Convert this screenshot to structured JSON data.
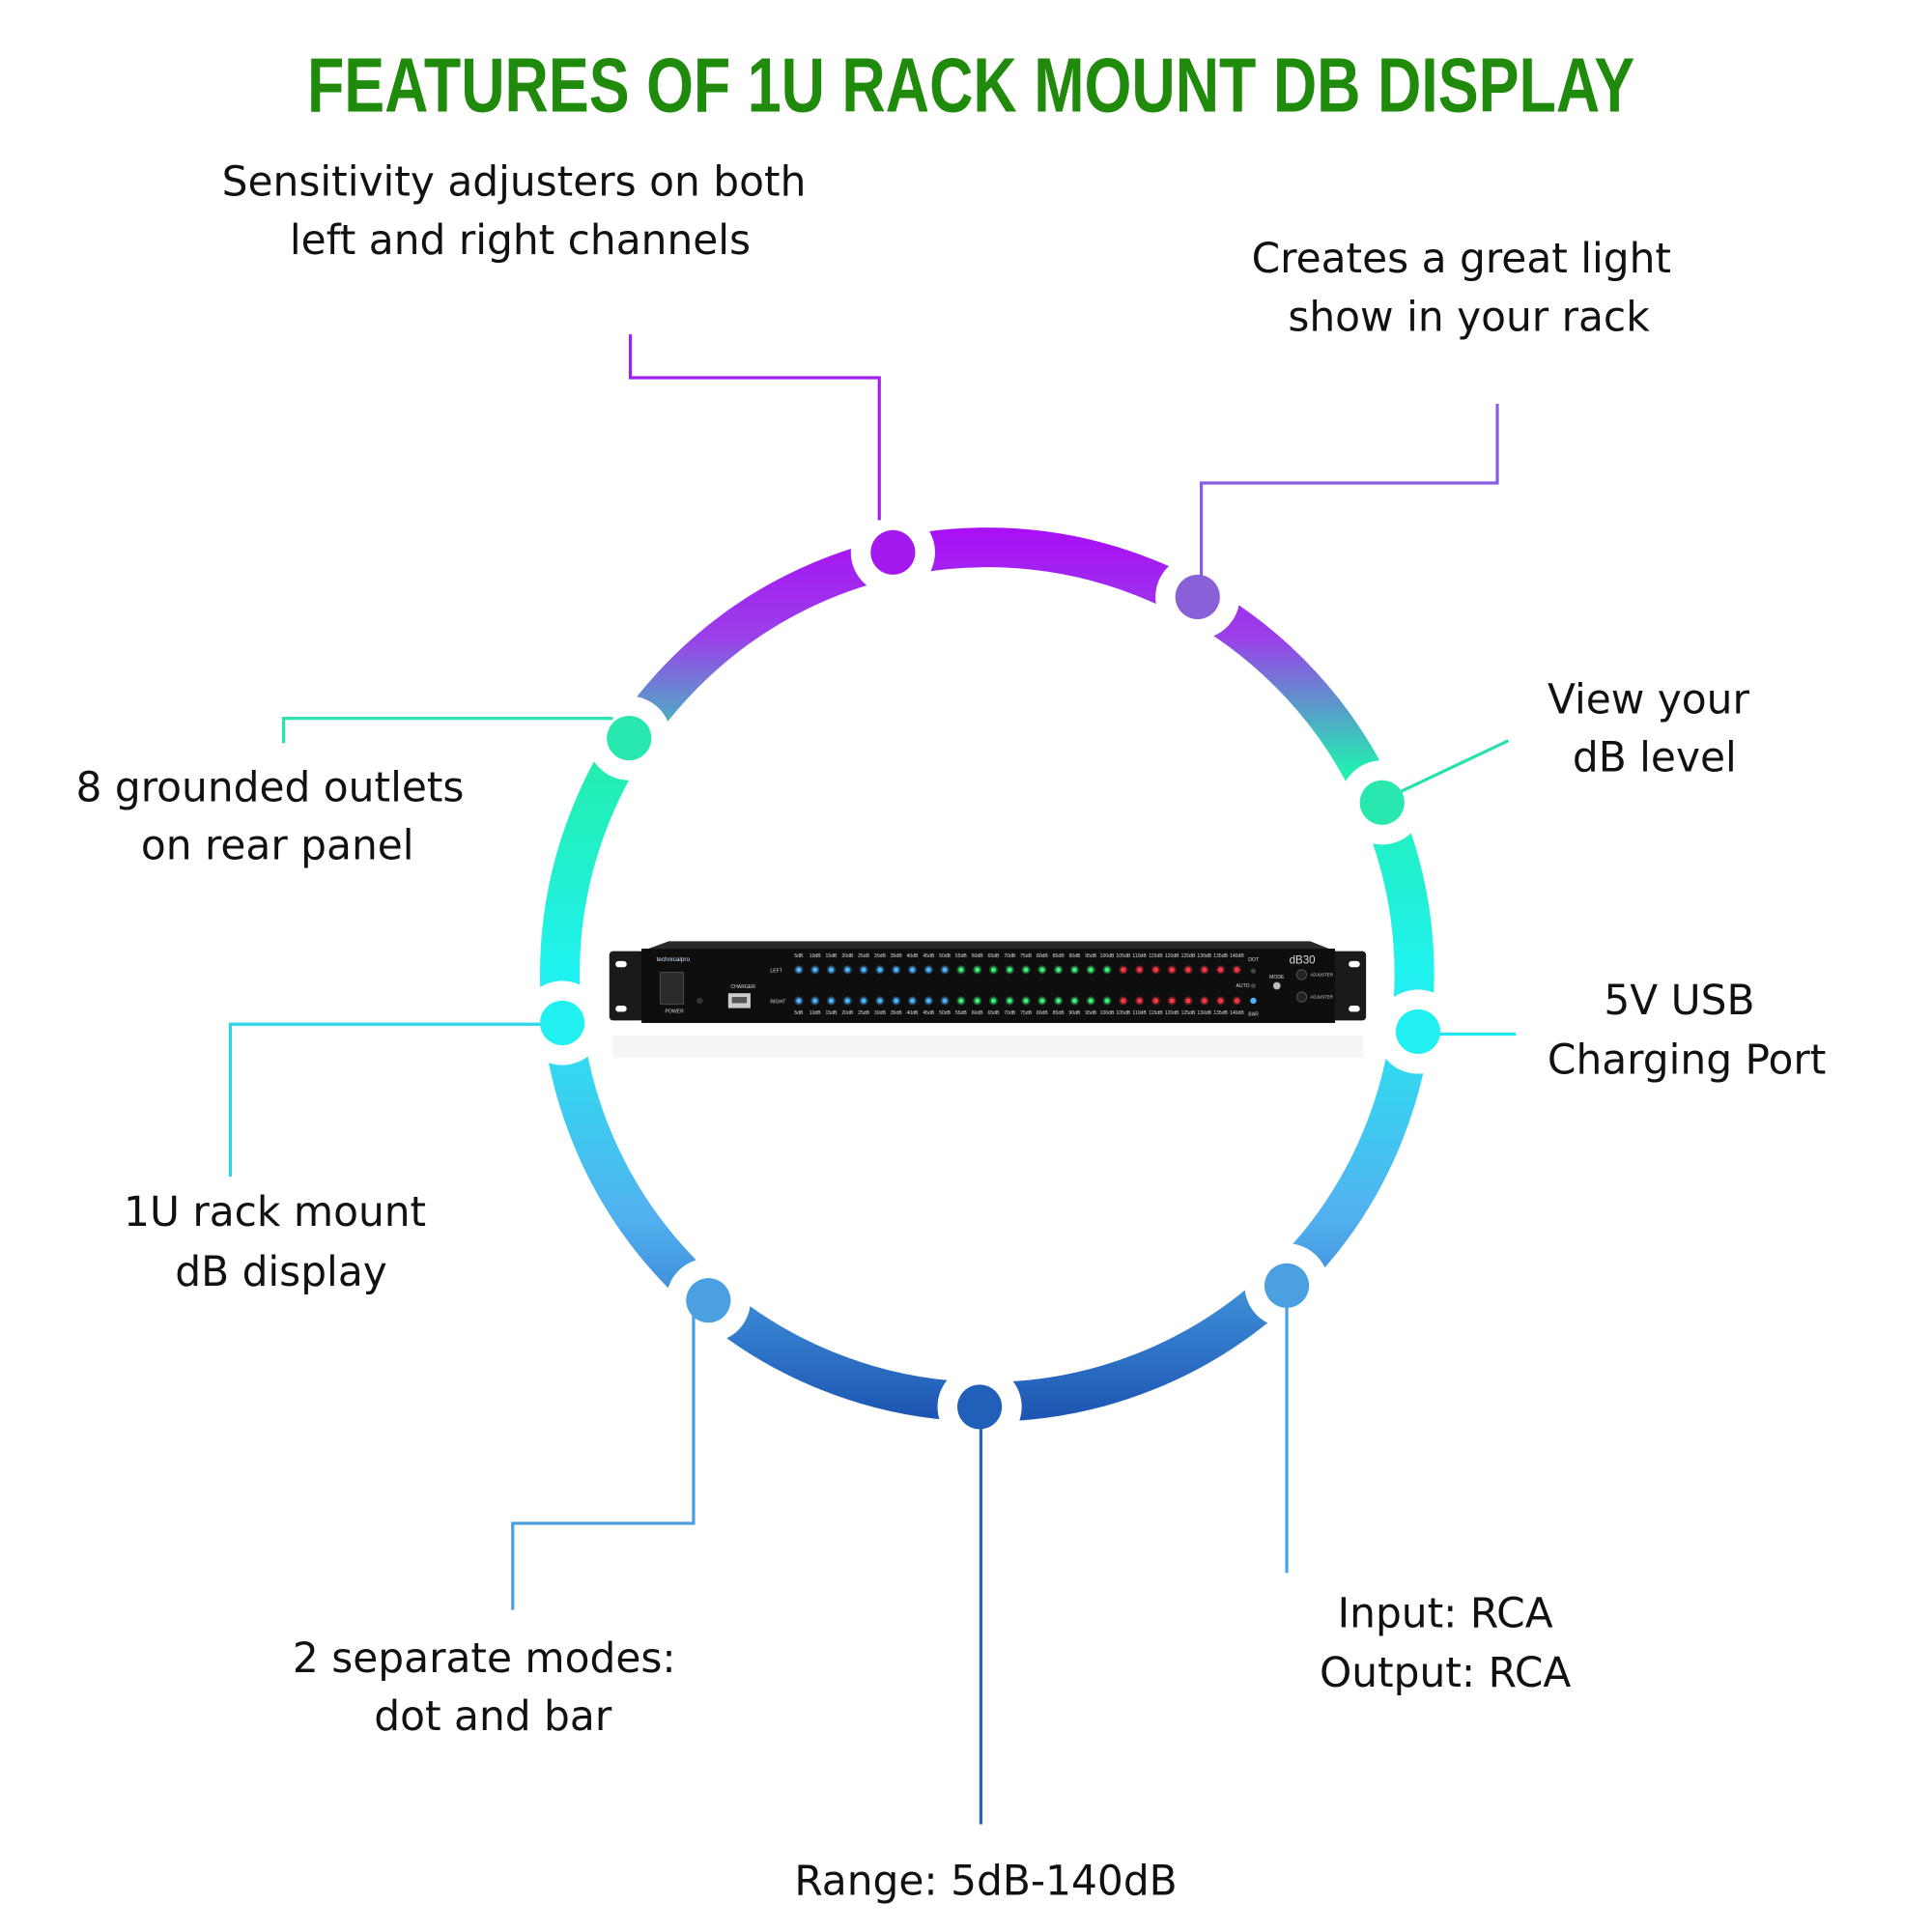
{
  "title": "FEATURES OF  1U RACK MOUNT DB DISPLAY",
  "features": {
    "sensitivity": [
      "Sensitivity adjusters on both",
      "left and right channels"
    ],
    "light_show": [
      "Creates a great light",
      "show in your rack"
    ],
    "view_db": [
      "View your",
      "dB level"
    ],
    "outlets": [
      "8 grounded outlets",
      "on rear panel"
    ],
    "usb": [
      "5V USB",
      "Charging Port"
    ],
    "rack_mount": [
      "1U rack mount",
      "dB display"
    ],
    "modes": [
      "2 separate modes:",
      "dot and bar"
    ],
    "io": [
      "Input: RCA",
      "Output: RCA"
    ],
    "range": "Range: 5dB-140dB"
  },
  "device": {
    "brand": "technicalpro",
    "model": "dB30",
    "power_label": "POWER",
    "charger_label": "CHARGER",
    "left_label": "LEFT",
    "right_label": "RIGHT",
    "dot_label": "DOT",
    "auto_label": "AUTO",
    "bar_label": "BAR",
    "mode_label": "MODE",
    "adjuster_label": "ADJUSTER",
    "levels": [
      "5dB",
      "10dB",
      "15dB",
      "20dB",
      "25dB",
      "30dB",
      "35dB",
      "40dB",
      "45dB",
      "50dB",
      "55dB",
      "60dB",
      "65dB",
      "70dB",
      "75dB",
      "80dB",
      "85dB",
      "90dB",
      "95dB",
      "100dB",
      "105dB",
      "110dB",
      "115dB",
      "120dB",
      "125dB",
      "130dB",
      "135dB",
      "140dB"
    ],
    "led_colors": {
      "blue": "#4fb4ff",
      "green": "#3cf07a",
      "red": "#ff3848"
    }
  },
  "colors": {
    "title": "#1f8a0c",
    "purple": "#a318ee",
    "teal": "#28e8b0",
    "cyan": "#20f0f0",
    "blue": "#2060b8"
  }
}
